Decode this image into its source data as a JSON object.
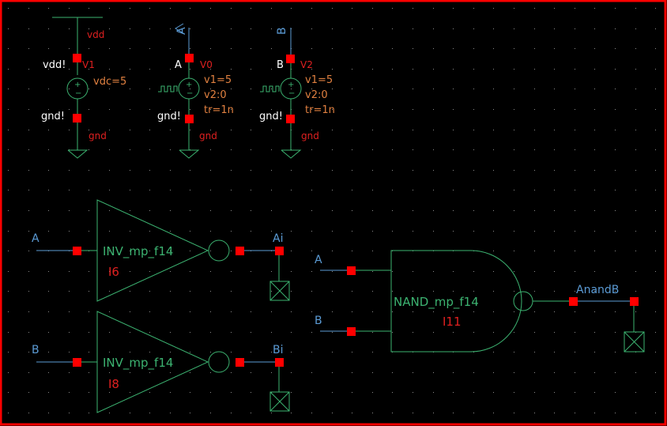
{
  "colors": {
    "background": "#000000",
    "border": "#ff0000",
    "wire": "#3cb371",
    "net": "#5b9bd5",
    "pin": "#ff0000",
    "label_white": "#ffffff",
    "label_red": "#e02020",
    "param": "#e08040"
  },
  "sources": [
    {
      "name": "V1",
      "top_net_label": "vdd",
      "top_pin_label": "vdd!",
      "bottom_pin_label": "gnd!",
      "bottom_net_label": "gnd",
      "params": [
        "vdc=5"
      ],
      "type": "dc"
    },
    {
      "name": "V0",
      "top_net_label": "A",
      "top_pin_label": "A",
      "bottom_pin_label": "gnd!",
      "bottom_net_label": "gnd",
      "params": [
        "v1=5",
        "v2:0",
        "tr=1n"
      ],
      "type": "pulse"
    },
    {
      "name": "V2",
      "top_net_label": "B",
      "top_pin_label": "B",
      "bottom_pin_label": "gnd!",
      "bottom_net_label": "gnd",
      "params": [
        "v1=5",
        "v2:0",
        "tr=1n"
      ],
      "type": "pulse"
    }
  ],
  "inverters": [
    {
      "cell": "INV_mp_f14",
      "instance": "I6",
      "input_net": "A",
      "output_net": "Ai"
    },
    {
      "cell": "INV_mp_f14",
      "instance": "I8",
      "input_net": "B",
      "output_net": "Bi"
    }
  ],
  "nand": {
    "cell": "NAND_mp_f14",
    "instance": "I11",
    "input_a": "A",
    "input_b": "B",
    "output_net": "AnandB"
  }
}
